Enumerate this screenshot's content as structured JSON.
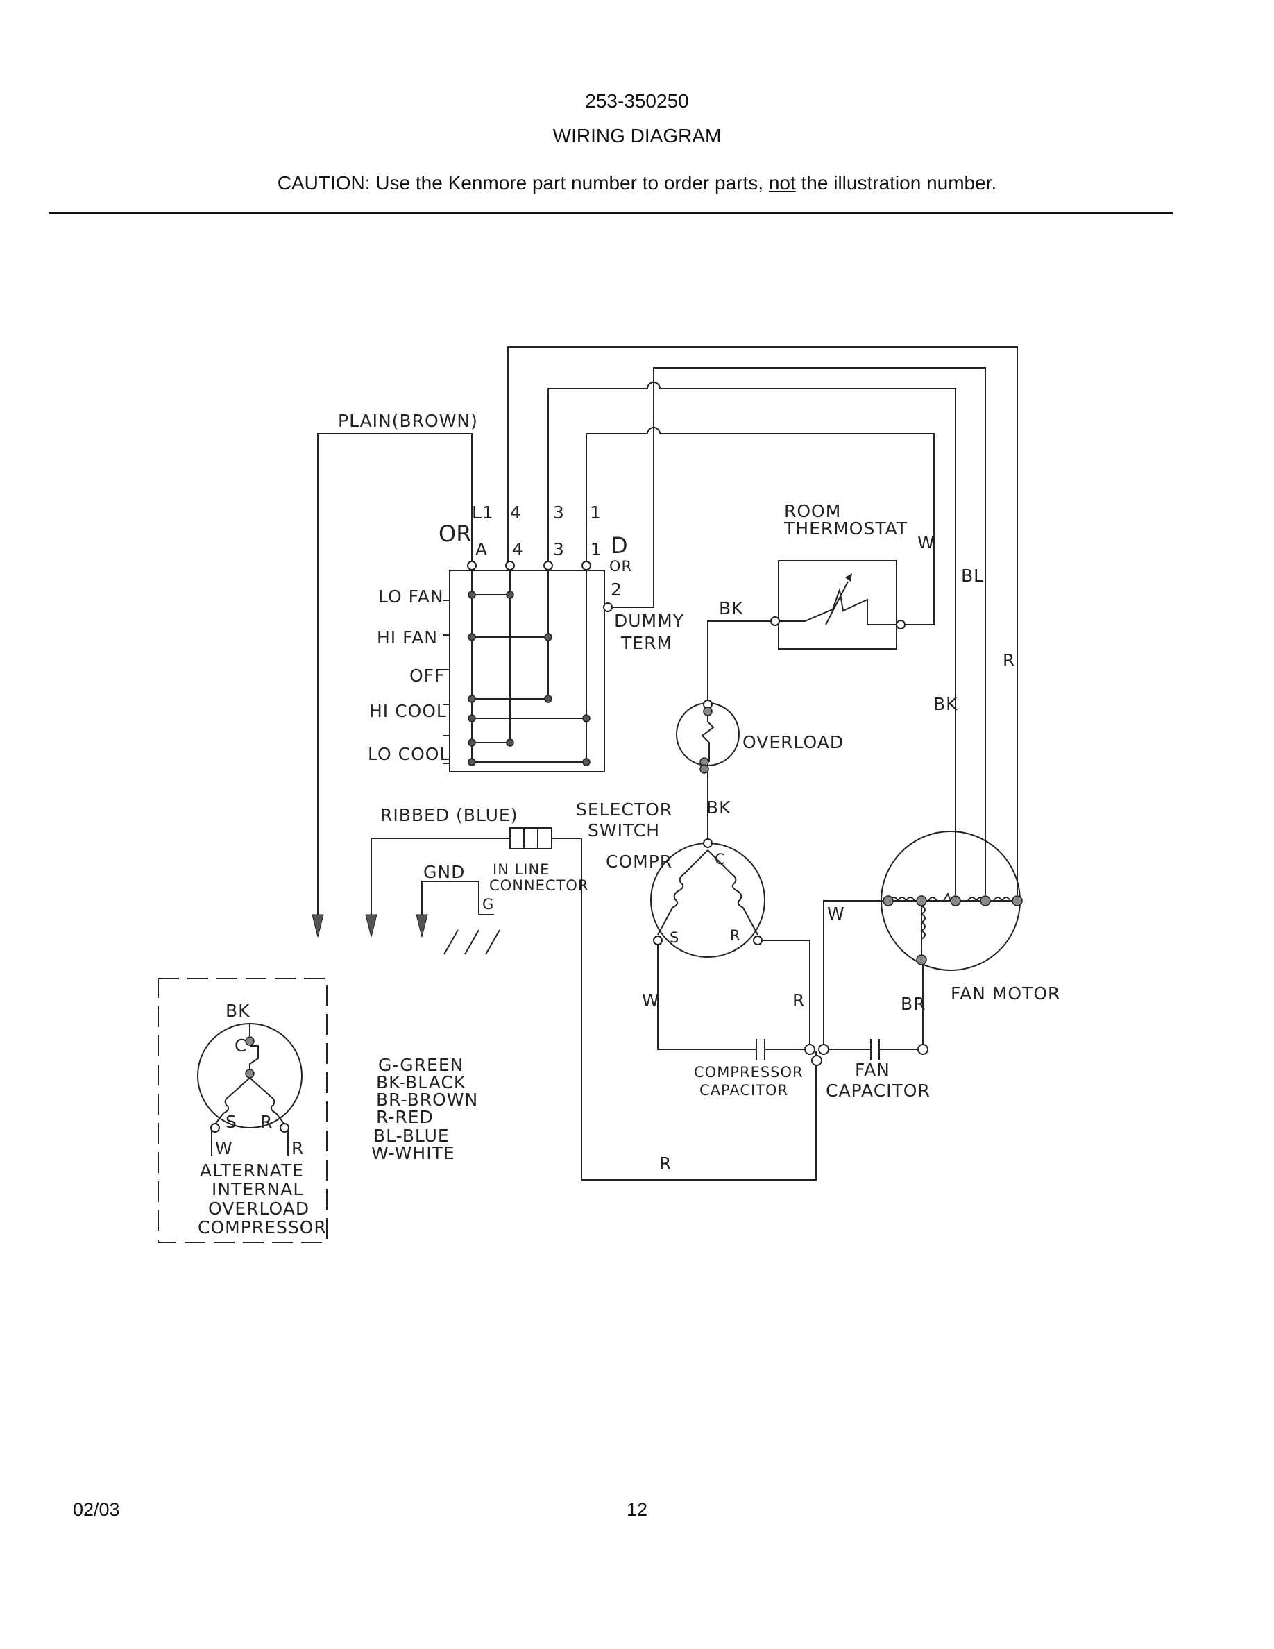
{
  "header": {
    "part_number": "253-350250",
    "title": "WIRING DIAGRAM",
    "caution_prefix": "CAUTION: Use the Kenmore part number to order parts, ",
    "caution_emphasis": "not",
    "caution_suffix": " the illustration number."
  },
  "footer": {
    "date": "02/03",
    "page": "12"
  },
  "diagram": {
    "labels": {
      "plain_brown": "PLAIN(BROWN)",
      "or_left": "OR",
      "term_l1": "L1",
      "term_4_top": "4",
      "term_3_top": "3",
      "term_1_top": "1",
      "term_a": "A",
      "term_4": "4",
      "term_3": "3",
      "term_1": "1",
      "term_d": "D",
      "or_small": "OR",
      "term_2": "2",
      "dummy": "DUMMY",
      "term": "TERM",
      "lo_fan": "LO FAN",
      "hi_fan": "HI FAN",
      "off": "OFF",
      "hi_cool": "HI COOL",
      "lo_cool": "LO COOL",
      "ribbed_blue": "RIBBED (BLUE)",
      "selector": "SELECTOR",
      "switch": "SWITCH",
      "gnd": "GND",
      "in_line": "IN LINE",
      "connector": "CONNECTOR",
      "g": "G",
      "room": "ROOM",
      "thermostat": "THERMOSTAT",
      "w_thermo": "W",
      "bk_thermo": "BK",
      "bl": "BL",
      "r_right": "R",
      "bk_right": "BK",
      "overload": "OVERLOAD",
      "bk_compr": "BK",
      "compr": "COMPR",
      "c": "C",
      "s": "S",
      "r": "R",
      "w_compr": "W",
      "r_compr": "R",
      "w_fan": "W",
      "br_fan": "BR",
      "fan_motor": "FAN MOTOR",
      "compressor": "COMPRESSOR",
      "capacitor": "CAPACITOR",
      "fan": "FAN",
      "fan_capacitor": "CAPACITOR",
      "r_bottom": "R",
      "alt_bk": "BK",
      "alt_c": "C",
      "alt_s": "S",
      "alt_r": "R",
      "alt_w": "W",
      "alt_r2": "R",
      "alternate": "ALTERNATE",
      "internal": "INTERNAL",
      "overload_alt": "OVERLOAD",
      "compressor_alt": "COMPRESSOR"
    },
    "legend": [
      "G-GREEN",
      "BK-BLACK",
      "BR-BROWN",
      "R-RED",
      "BL-BLUE",
      "W-WHITE"
    ]
  }
}
